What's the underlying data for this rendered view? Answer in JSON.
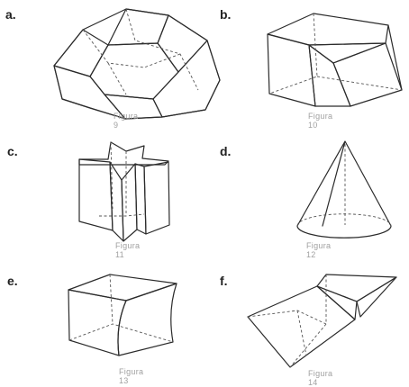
{
  "figures": [
    {
      "letter": "a.",
      "caption": "Figura 9",
      "icon": "dodecahedron-icon",
      "color": "#e98fb0"
    },
    {
      "letter": "b.",
      "caption": "Figura 10",
      "icon": "truncated-prism-icon",
      "color": "#eba0bd"
    },
    {
      "letter": "c.",
      "caption": "Figura 11",
      "icon": "star-prism-icon",
      "color": "#f0a866"
    },
    {
      "letter": "d.",
      "caption": "Figura 12",
      "icon": "cone-icon",
      "color": "#f7c48f"
    },
    {
      "letter": "e.",
      "caption": "Figura 13",
      "icon": "concave-cube-icon",
      "color": "#9aa3d9"
    },
    {
      "letter": "f.",
      "caption": "Figura 14",
      "icon": "folded-prism-icon",
      "color": "#8e98d6"
    }
  ]
}
